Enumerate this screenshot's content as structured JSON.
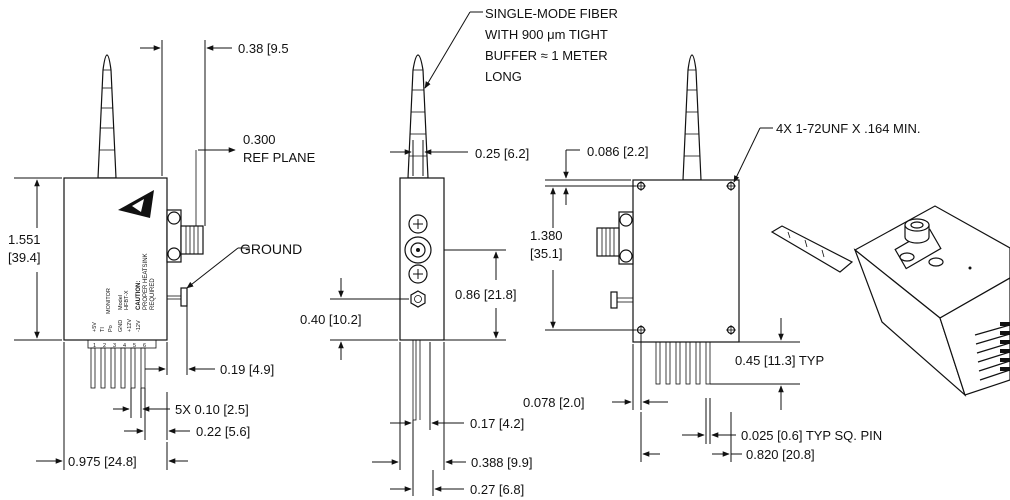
{
  "callouts": {
    "fiber": [
      "SINGLE-MODE FIBER",
      "WITH 900 μm TIGHT",
      "BUFFER ≈ 1 METER",
      "LONG"
    ],
    "ref_plane": [
      "0.300",
      "REF PLANE"
    ],
    "ground": "GROUND",
    "threads": "4X 1-72UNF X .164 MIN."
  },
  "dims": {
    "d0_38": "0.38 [9.5",
    "d1_551": [
      "1.551",
      "[39.4]"
    ],
    "d0_19": "0.19 [4.9]",
    "d5x": "5X 0.10 [2.5]",
    "d0_22": "0.22 [5.6]",
    "d0_975": "0.975 [24.8]",
    "d0_25": "0.25 [6.2]",
    "d0_86": "0.86 [21.8]",
    "d0_40": "0.40 [10.2]",
    "d0_17": "0.17 [4.2]",
    "d0_388": "0.388 [9.9]",
    "d0_27": "0.27 [6.8]",
    "d0_086": "0.086 [2.2]",
    "d1_380": [
      "1.380",
      "[35.1]"
    ],
    "d0_45": "0.45 [11.3] TYP",
    "d0_078": "0.078 [2.0]",
    "d0_025": "0.025 [0.6] TYP SQ. PIN",
    "d0_820": "0.820 [20.8]"
  },
  "label_module": {
    "caution": "CAUTION:",
    "line2": "PROPER HEATSINK",
    "line3": "REQUIRED",
    "model": "Model",
    "model_name": "HFBT-X",
    "monitor": "MONITOR",
    "pins": [
      "+5V",
      "TI",
      "Po",
      "GND",
      "+12V",
      "-12V"
    ],
    "pin_numbers": [
      "1",
      "2",
      "3",
      "4",
      "5",
      "6"
    ]
  }
}
